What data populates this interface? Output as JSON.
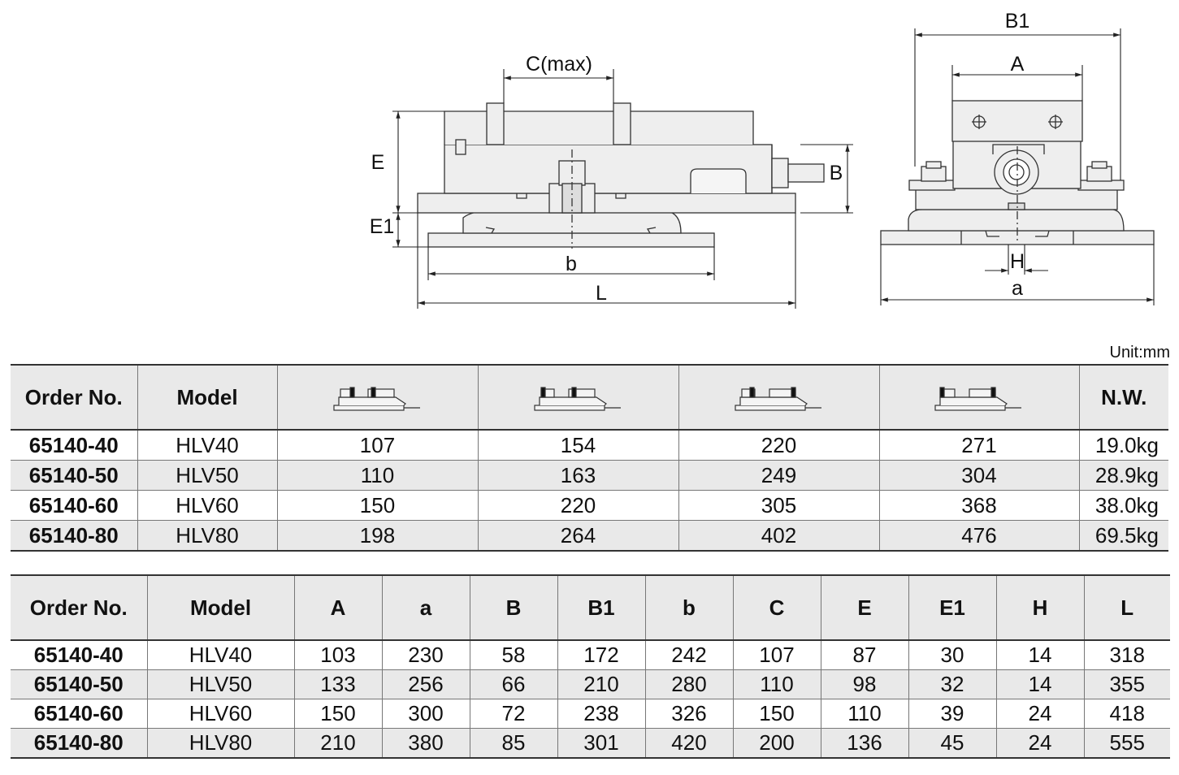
{
  "diagram": {
    "side_view_labels": {
      "c_max": "C(max)",
      "e": "E",
      "e1": "E1",
      "b_small": "b",
      "l": "L",
      "b_big": "B"
    },
    "front_view_labels": {
      "b1": "B1",
      "a_big": "A",
      "h": "H",
      "a_small": "a"
    }
  },
  "unit_label": "Unit:mm",
  "capacity_table": {
    "headers": {
      "order_no": "Order No.",
      "model": "Model",
      "nw": "N.W."
    },
    "icon_columns": [
      "jaw-config-1-icon",
      "jaw-config-2-icon",
      "jaw-config-3-icon",
      "jaw-config-4-icon"
    ],
    "rows": [
      {
        "order_no": "65140-40",
        "model": "HLV40",
        "c1": "107",
        "c2": "154",
        "c3": "220",
        "c4": "271",
        "nw": "19.0kg"
      },
      {
        "order_no": "65140-50",
        "model": "HLV50",
        "c1": "110",
        "c2": "163",
        "c3": "249",
        "c4": "304",
        "nw": "28.9kg"
      },
      {
        "order_no": "65140-60",
        "model": "HLV60",
        "c1": "150",
        "c2": "220",
        "c3": "305",
        "c4": "368",
        "nw": "38.0kg"
      },
      {
        "order_no": "65140-80",
        "model": "HLV80",
        "c1": "198",
        "c2": "264",
        "c3": "402",
        "c4": "476",
        "nw": "69.5kg"
      }
    ]
  },
  "dimension_table": {
    "headers": {
      "order_no": "Order No.",
      "model": "Model",
      "A": "A",
      "a": "a",
      "B": "B",
      "B1": "B1",
      "b": "b",
      "C": "C",
      "E": "E",
      "E1": "E1",
      "H": "H",
      "L": "L"
    },
    "rows": [
      {
        "order_no": "65140-40",
        "model": "HLV40",
        "A": "103",
        "a": "230",
        "B": "58",
        "B1": "172",
        "b": "242",
        "C": "107",
        "E": "87",
        "E1": "30",
        "H": "14",
        "L": "318"
      },
      {
        "order_no": "65140-50",
        "model": "HLV50",
        "A": "133",
        "a": "256",
        "B": "66",
        "B1": "210",
        "b": "280",
        "C": "110",
        "E": "98",
        "E1": "32",
        "H": "14",
        "L": "355"
      },
      {
        "order_no": "65140-60",
        "model": "HLV60",
        "A": "150",
        "a": "300",
        "B": "72",
        "B1": "238",
        "b": "326",
        "C": "150",
        "E": "110",
        "E1": "39",
        "H": "24",
        "L": "418"
      },
      {
        "order_no": "65140-80",
        "model": "HLV80",
        "A": "210",
        "a": "380",
        "B": "85",
        "B1": "301",
        "b": "420",
        "C": "200",
        "E": "136",
        "E1": "45",
        "H": "24",
        "L": "555"
      }
    ]
  }
}
